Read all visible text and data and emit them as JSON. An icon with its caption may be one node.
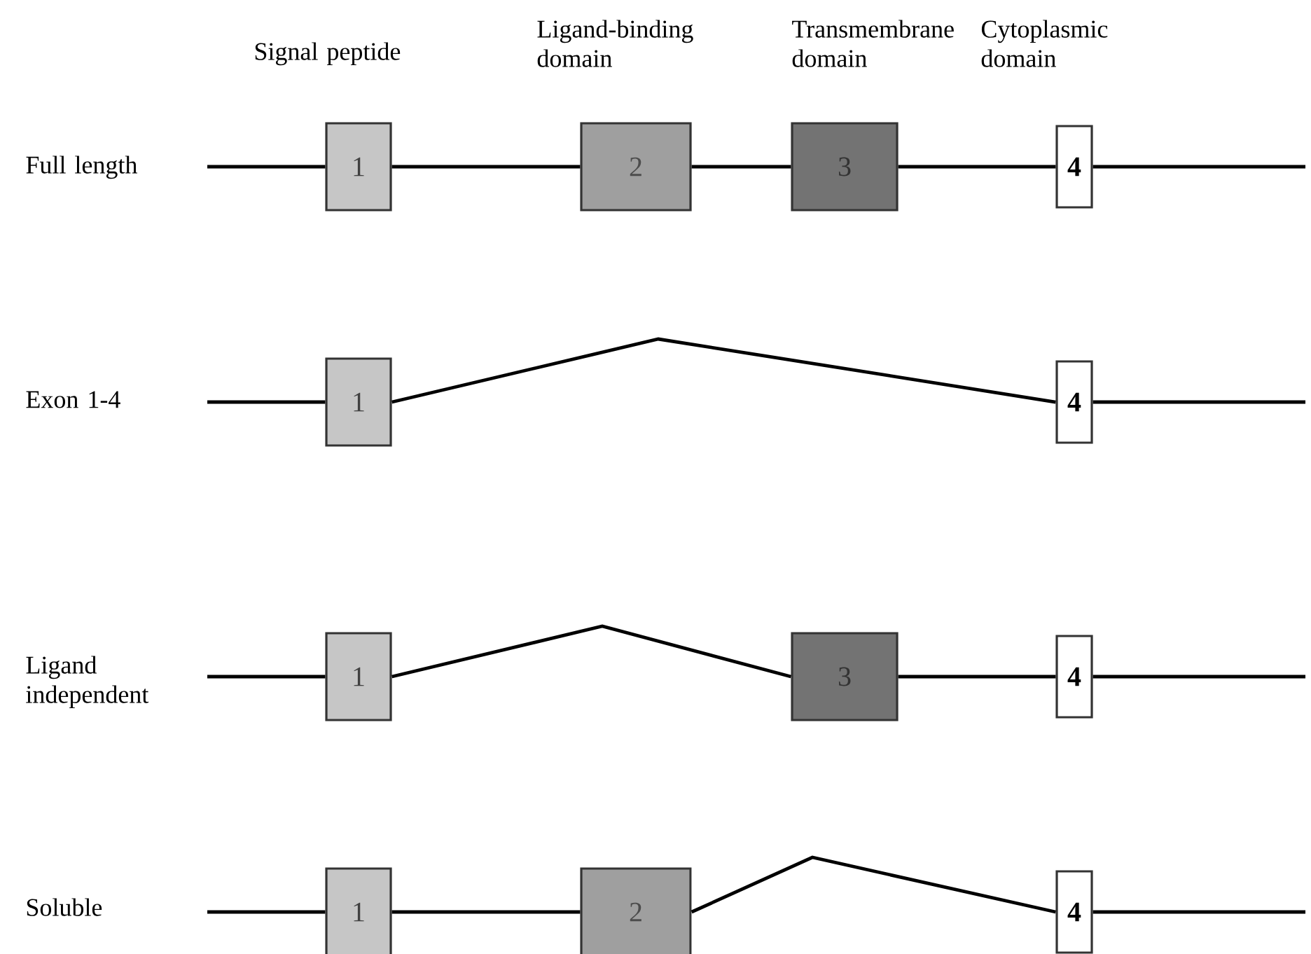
{
  "diagram": {
    "nodes": [
      {
        "text": [
          "1"
        ]
      },
      {
        "text": [
          "2"
        ]
      },
      {
        "text": [
          "3"
        ]
      },
      {
        "text": [
          "4"
        ]
      },
      {
        "text": [
          "1"
        ]
      },
      {
        "text": [
          "4"
        ]
      },
      {
        "text": [
          "1"
        ]
      },
      {
        "text": [
          "3"
        ]
      },
      {
        "text": [
          "4"
        ]
      },
      {
        "text": [
          "1"
        ]
      },
      {
        "text": [
          "2"
        ]
      },
      {
        "text": [
          "4"
        ]
      }
    ],
    "edges": [
      {
        "from": null,
        "to": 0,
        "arrow": "none"
      },
      {
        "from": 0,
        "to": 1,
        "arrow": "none"
      },
      {
        "from": 1,
        "to": 2,
        "arrow": "none"
      },
      {
        "from": 2,
        "to": 3,
        "arrow": "none"
      },
      {
        "from": 3,
        "to": null,
        "arrow": "none"
      },
      {
        "from": null,
        "to": 4,
        "arrow": "none"
      },
      {
        "from": 4,
        "to": 5,
        "arrow": "none"
      },
      {
        "from": 5,
        "to": null,
        "arrow": "none"
      },
      {
        "from": null,
        "to": 6,
        "arrow": "none"
      },
      {
        "from": 6,
        "to": 7,
        "arrow": "none"
      },
      {
        "from": 7,
        "to": 8,
        "arrow": "none"
      },
      {
        "from": 8,
        "to": null,
        "arrow": "none"
      },
      {
        "from": null,
        "to": 9,
        "arrow": "none"
      },
      {
        "from": 9,
        "to": 10,
        "arrow": "none"
      },
      {
        "from": 10,
        "to": 11,
        "arrow": "none"
      },
      {
        "from": 11,
        "to": null,
        "arrow": "none"
      }
    ],
    "labels": [
      "Signal peptide",
      "Ligand-binding domain",
      "Transmembrane domain",
      "Cytoplasmic domain",
      "Full length",
      "Exon 1-4",
      "Ligand independent",
      "Soluble"
    ]
  }
}
